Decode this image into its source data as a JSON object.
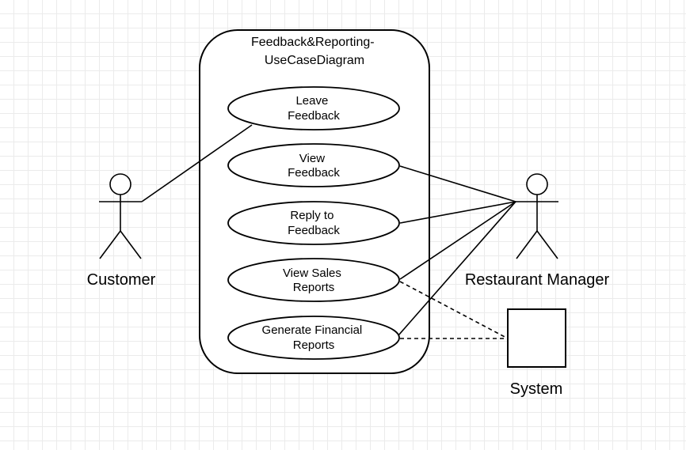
{
  "system_boundary": {
    "title_lines": [
      "Feedback&Reporting-",
      "UseCaseDiagram"
    ]
  },
  "actors": {
    "customer": "Customer",
    "restaurant_manager": "Restaurant Manager",
    "system": "System"
  },
  "use_cases": [
    {
      "lines": [
        "Leave",
        "Feedback"
      ]
    },
    {
      "lines": [
        "View",
        "Feedback"
      ]
    },
    {
      "lines": [
        "Reply to",
        "Feedback"
      ]
    },
    {
      "lines": [
        "View Sales",
        "Reports"
      ]
    },
    {
      "lines": [
        "Generate Financial",
        "Reports"
      ]
    }
  ],
  "associations": [
    {
      "from": "Customer",
      "to": "Leave Feedback",
      "style": "solid"
    },
    {
      "from": "Restaurant Manager",
      "to": "View Feedback",
      "style": "solid"
    },
    {
      "from": "Restaurant Manager",
      "to": "Reply to Feedback",
      "style": "solid"
    },
    {
      "from": "Restaurant Manager",
      "to": "View Sales Reports",
      "style": "solid"
    },
    {
      "from": "Restaurant Manager",
      "to": "Generate Financial Reports",
      "style": "solid"
    },
    {
      "from": "System",
      "to": "View Sales Reports",
      "style": "dashed"
    },
    {
      "from": "System",
      "to": "Generate Financial Reports",
      "style": "dashed"
    }
  ],
  "colors": {
    "stroke": "#000000",
    "fill": "#ffffff",
    "grid": "#ebebeb"
  }
}
